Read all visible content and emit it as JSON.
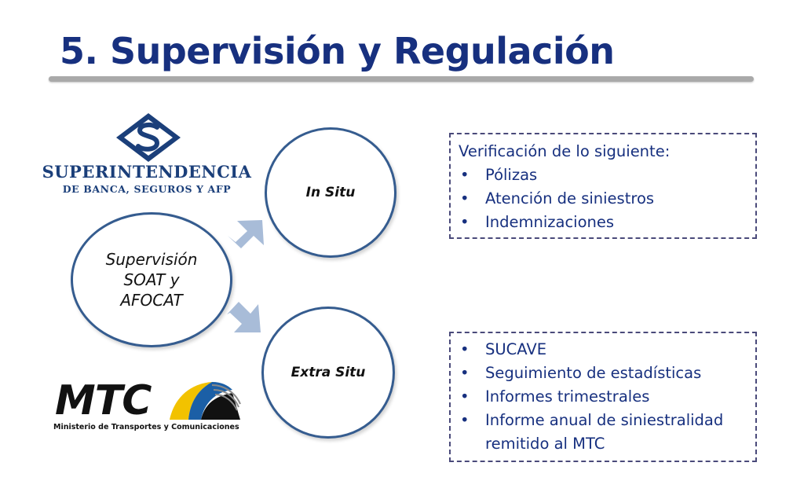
{
  "title": "5. Supervisión y Regulación",
  "colors": {
    "title": "#17307f",
    "circle_border": "#355c8f",
    "arrow": "#a8bcd8"
  },
  "logos": {
    "sbs": {
      "line1": "SUPERINTENDENCIA",
      "line2": "DE BANCA, SEGUROS Y AFP",
      "icon": "sbs-s-diamond-icon"
    },
    "mtc": {
      "word": "MTC",
      "subtitle": "Ministerio de Transportes y Comunicaciones",
      "icon": "mtc-road-waves-icon"
    }
  },
  "diagram": {
    "center": "Supervisión\nSOAT y\nAFOCAT",
    "top": "In Situ",
    "bottom": "Extra Situ"
  },
  "box_top": {
    "lead": "Verificación de lo siguiente:",
    "items": [
      "Pólizas",
      "Atención de siniestros",
      "Indemnizaciones"
    ]
  },
  "box_bottom": {
    "items": [
      "SUCAVE",
      "Seguimiento de estadísticas",
      "Informes trimestrales",
      "Informe anual de siniestralidad remitido al MTC"
    ]
  }
}
